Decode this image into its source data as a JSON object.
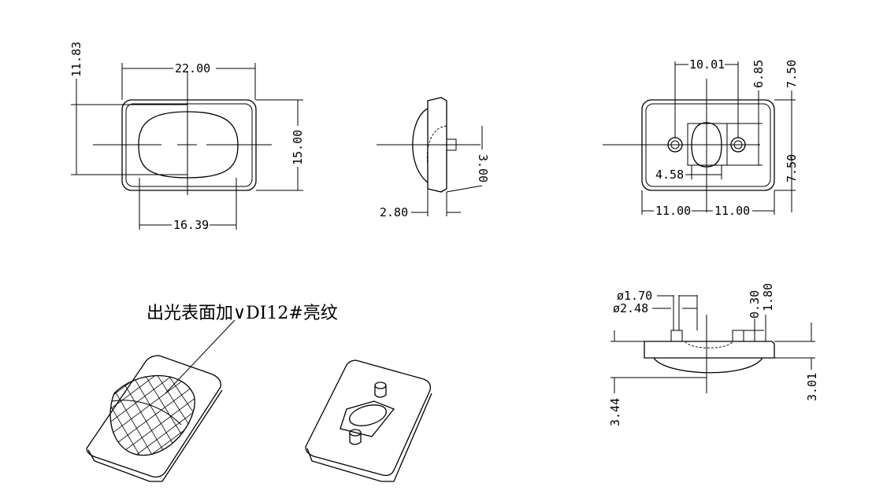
{
  "note": "出光表面加∨DI12#亮纹",
  "front_view": {
    "overall_width": "22.00",
    "lens_width": "16.39",
    "height_overall": "15.00",
    "lens_height": "11.83"
  },
  "side_view": {
    "thickness": "2.80",
    "pin_height": "3.00"
  },
  "back_view": {
    "pin_spacing": "10.01",
    "window_height": "6.85",
    "half_height_top": "7.50",
    "half_height_bottom": "7.50",
    "window_width": "4.58",
    "half_width_left": "11.00",
    "half_width_right": "11.00"
  },
  "section_view": {
    "pin_dia_small": "ø1.70",
    "pin_dia_large": "ø2.48",
    "step_small": "0.30",
    "step_large": "1.80",
    "total_depth": "3.44",
    "lens_depth": "3.01"
  }
}
